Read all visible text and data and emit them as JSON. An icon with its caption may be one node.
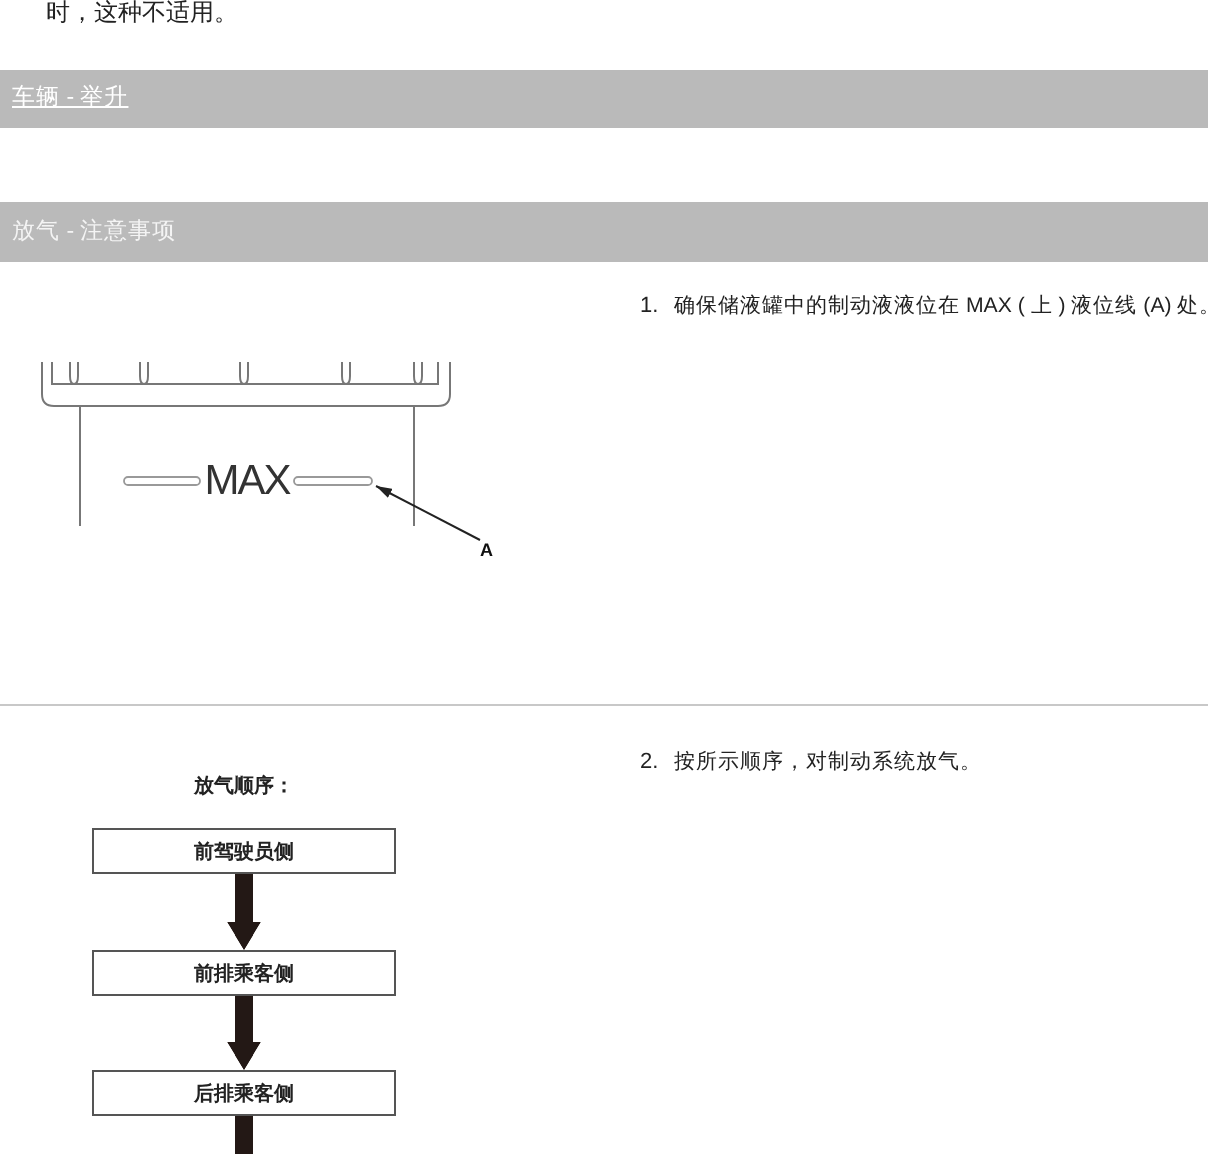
{
  "diagram": {
    "nodes": [
      {
        "text": [
          "MAX"
        ]
      },
      {
        "text": [
          "A"
        ]
      },
      {
        "text": [
          "前驾驶员侧"
        ]
      },
      {
        "text": [
          "前排乘客侧"
        ]
      },
      {
        "text": [
          "后排乘客侧"
        ]
      }
    ],
    "edges": [
      {
        "from": 1,
        "to": 0,
        "arrow": "to"
      },
      {
        "from": 2,
        "to": 3,
        "arrow": "to"
      },
      {
        "from": 3,
        "to": 4,
        "arrow": "to"
      },
      {
        "from": 4,
        "to": null,
        "arrow": "none"
      }
    ],
    "labels": [
      "时，这种不适用。",
      "车辆 - 举升",
      "放气 - 注意事项",
      "1.",
      "确保储液罐中的制动液液位在 MAX ( 上 ) 液位线 (A) 处。",
      "2.",
      "按所示顺序，对制动系统放气。",
      "放气顺序："
    ]
  }
}
